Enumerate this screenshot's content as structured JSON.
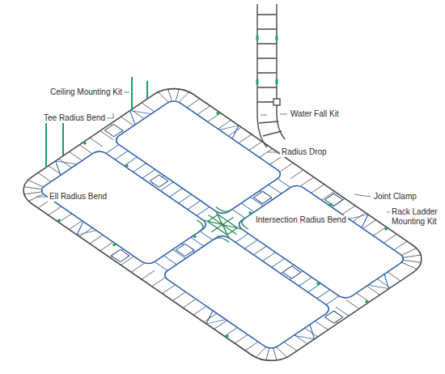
{
  "diagram": {
    "labels": [
      "Ceiling Mounting Kit",
      "Tee Radius Bend",
      "Water Fall Kit",
      "Radius Drop",
      "Ell Radius Bend",
      "Joint Clamp",
      "Rack Ladder Mounting Kit",
      "Intersection Radius Bend"
    ]
  }
}
